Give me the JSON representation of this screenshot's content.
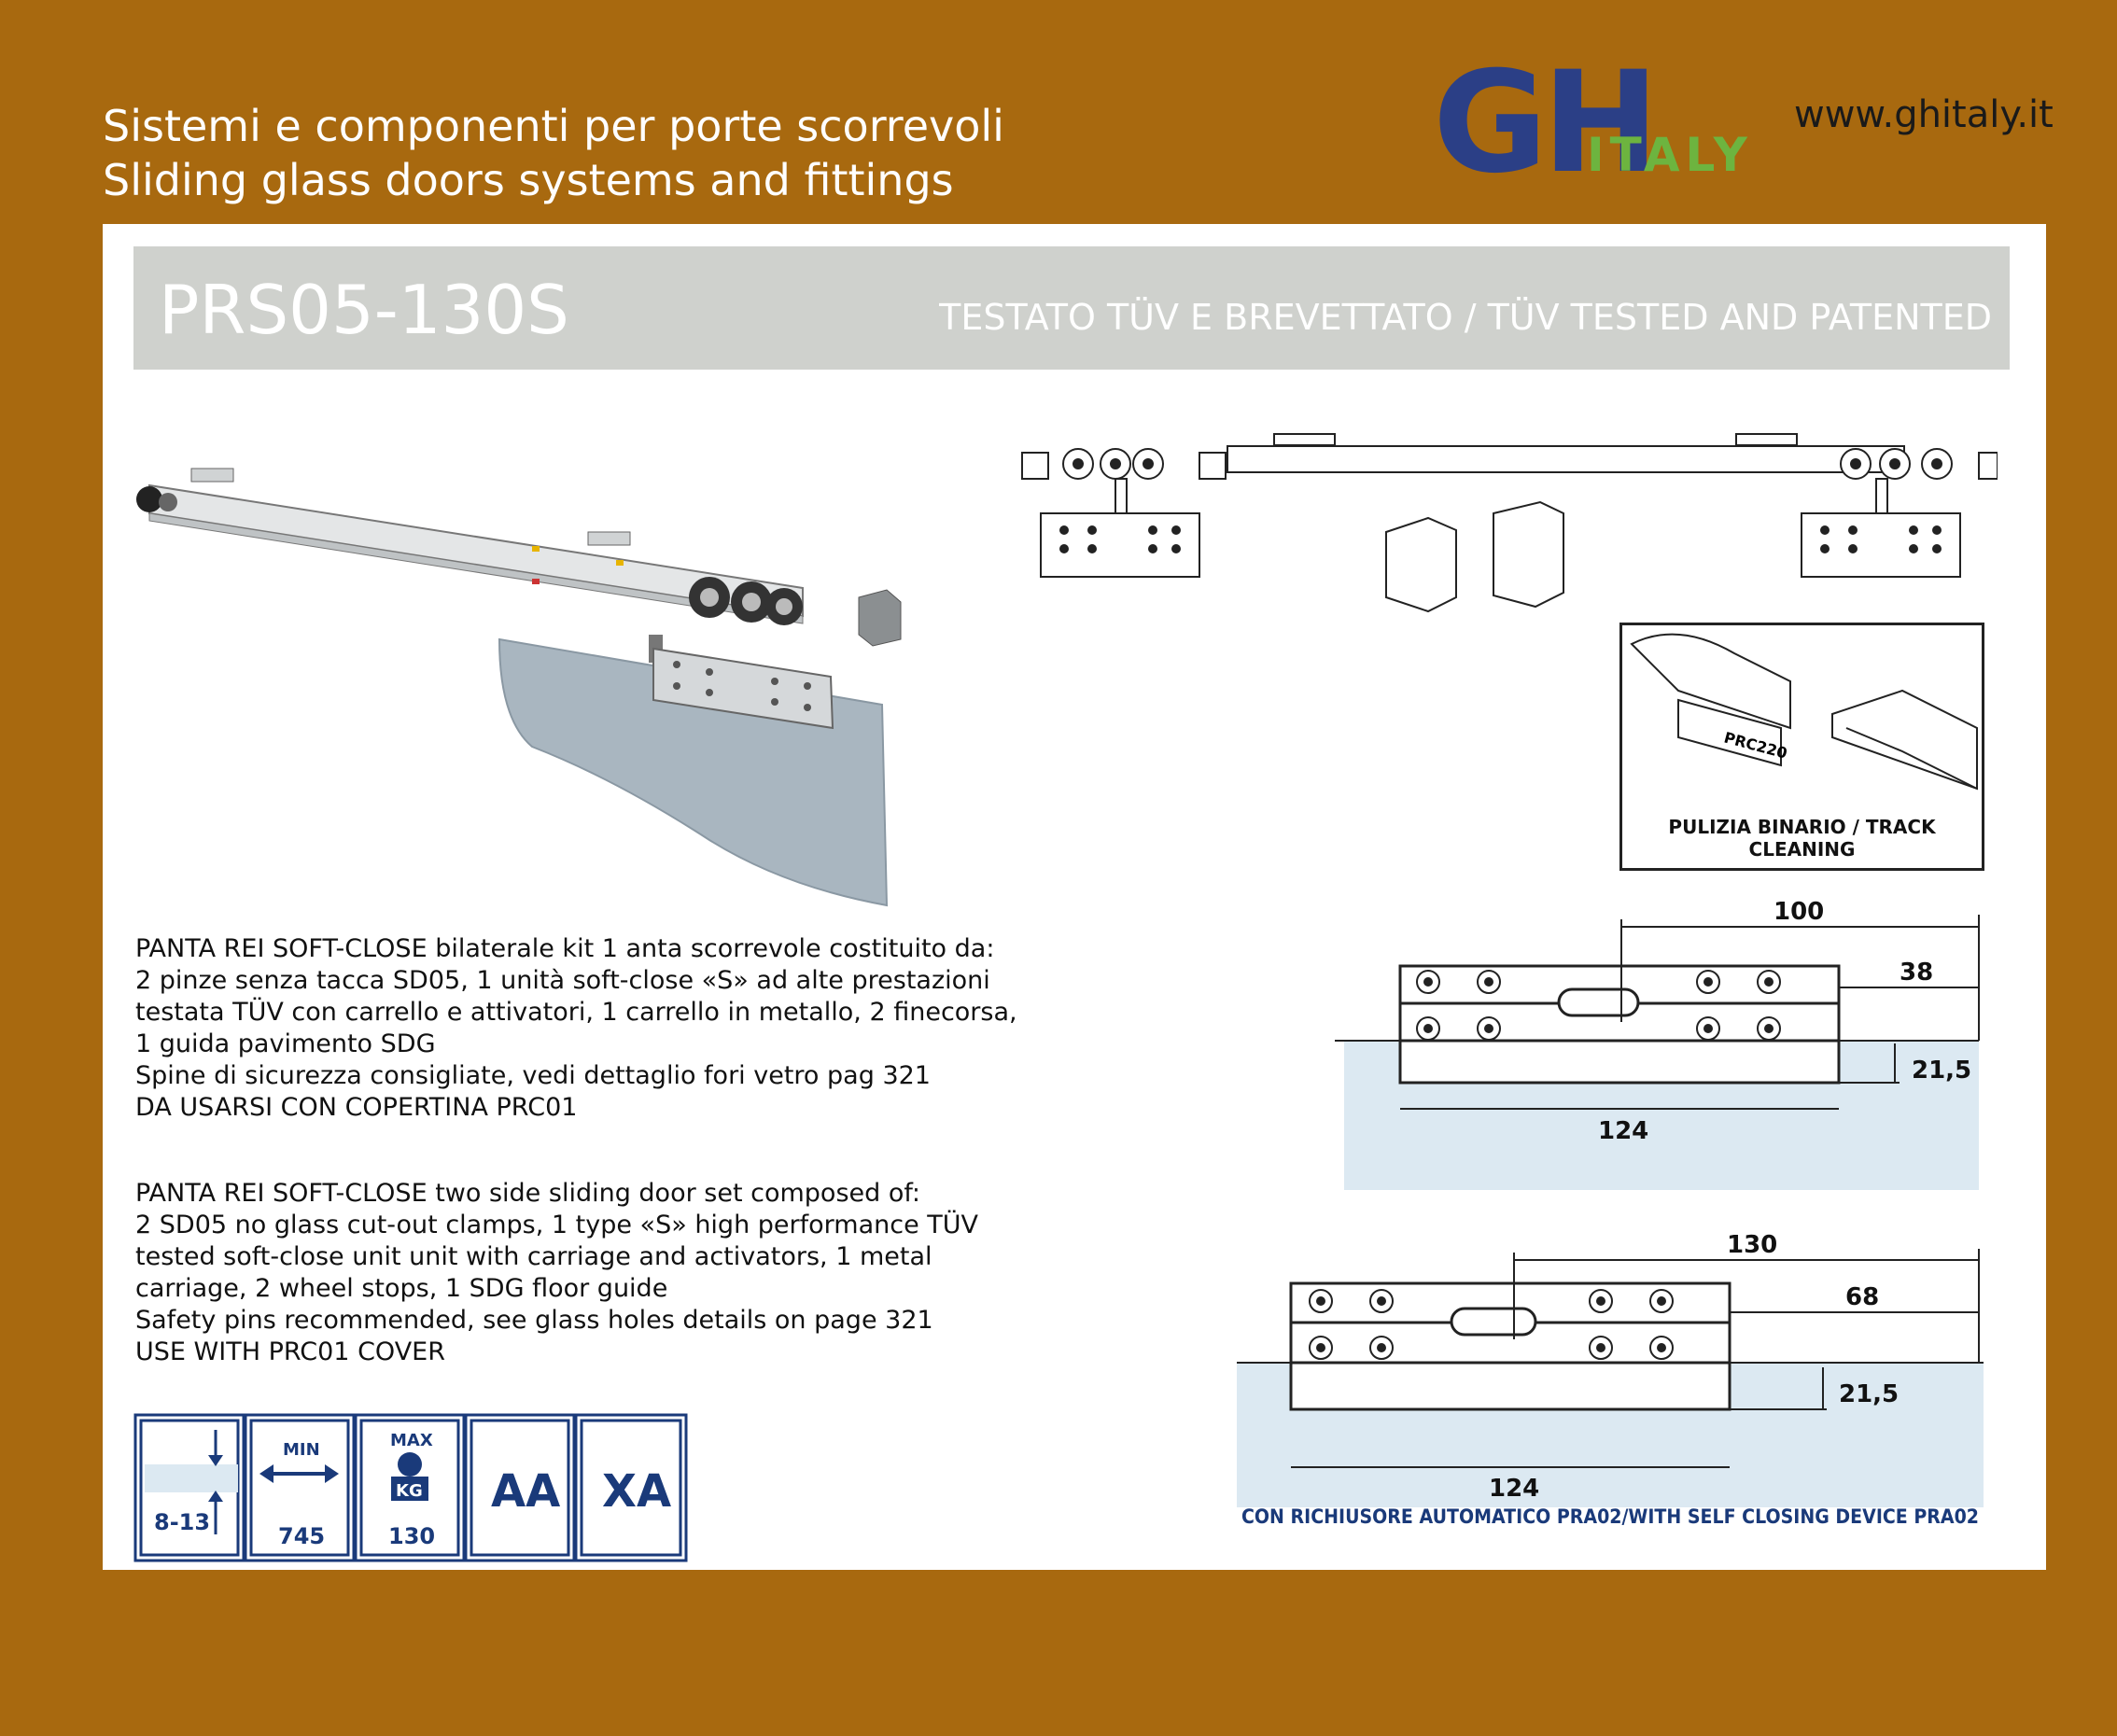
{
  "header": {
    "line1": "Sistemi e componenti per porte scorrevoli",
    "line2": "Sliding glass doors systems and fittings",
    "website": "www.ghitaly.it",
    "logo": {
      "gh": "GH",
      "italy": "ITALY",
      "gh_color": "#2b3f86",
      "italy_color": "#6db43f"
    }
  },
  "product": {
    "code": "PRS05-130S",
    "certification": "TESTATO TÜV E BREVETTATO / TÜV TESTED AND PATENTED"
  },
  "description_it": [
    "PANTA REI SOFT-CLOSE bilaterale  kit 1 anta scorrevole costituito da:",
    "2 pinze senza tacca SD05, 1 unità soft-close «S» ad alte prestazioni",
    "testata TÜV con carrello e attivatori, 1 carrello in metallo, 2 finecorsa,",
    "1 guida pavimento SDG",
    "Spine di sicurezza consigliate, vedi dettaglio fori vetro pag 321",
    "DA USARSI CON COPERTINA PRC01"
  ],
  "description_en": [
    "PANTA REI SOFT-CLOSE two side sliding door set composed of:",
    "2 SD05 no glass cut-out clamps, 1 type «S» high performance TÜV",
    "tested soft-close unit unit with carriage and activators, 1 metal",
    "carriage, 2 wheel stops, 1 SDG floor guide",
    "Safety pins recommended, see glass holes details on page 321",
    "USE WITH PRC01 COVER"
  ],
  "specs": [
    {
      "icon": "glass-thickness-icon",
      "value": "8-13"
    },
    {
      "icon": "min-width-icon",
      "label": "MIN",
      "value": "745"
    },
    {
      "icon": "max-weight-icon",
      "label": "MAX",
      "unit": "KG",
      "value": "130"
    },
    {
      "icon": "finish-aa-icon",
      "value": "AA"
    },
    {
      "icon": "finish-xa-icon",
      "value": "XA"
    }
  ],
  "track_cleaning": {
    "caption": "PULIZIA BINARIO / TRACK CLEANING",
    "part_label": "PRC220"
  },
  "drawing1": {
    "overall": "100",
    "offset": "38",
    "height": "21,5",
    "width": "124"
  },
  "drawing2": {
    "overall": "130",
    "offset": "68",
    "height": "21,5",
    "width": "124",
    "caption": "CON RICHIUSORE AUTOMATICO PRA02/WITH SELF CLOSING DEVICE PRA02"
  },
  "colors": {
    "background": "#a8690f",
    "title_bar": "#cfd1cd",
    "spec_blue": "#1a3a7a",
    "glass_blue": "#dce9f2"
  }
}
